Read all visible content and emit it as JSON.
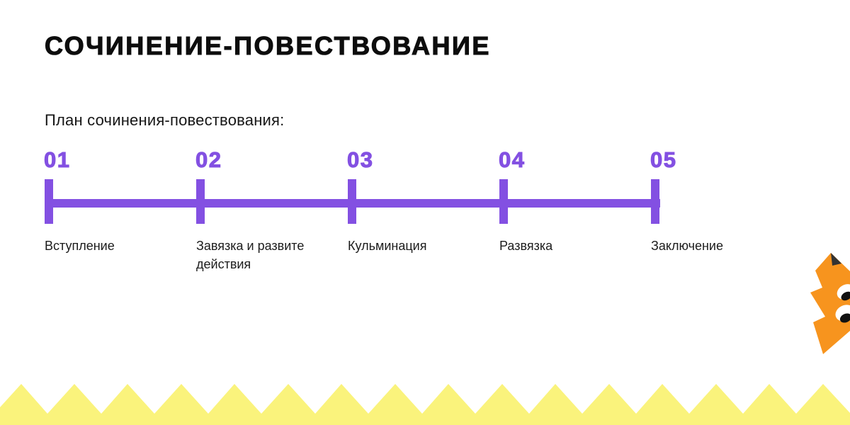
{
  "slide": {
    "title": "СОЧИНЕНИЕ-ПОВЕСТВОВАНИЕ",
    "subtitle": "План сочинения-повествования:"
  },
  "timeline": {
    "steps": [
      {
        "number": "01",
        "label": "Вступление"
      },
      {
        "number": "02",
        "label": "Завязка и развите действия"
      },
      {
        "number": "03",
        "label": "Кульминация"
      },
      {
        "number": "04",
        "label": "Развязка"
      },
      {
        "number": "05",
        "label": "Заключение"
      }
    ]
  },
  "decorations": {
    "fox_mascot": "fox-mascot-icon",
    "bottom_border": "zigzag-border-icon"
  },
  "colors": {
    "accent_purple": "#8350e2",
    "fox_orange": "#f7941e",
    "fox_ear_tip": "#333333",
    "zigzag_yellow": "#faf37c",
    "title_black": "#0d0d0d",
    "text_dark": "#1c1c1c"
  }
}
